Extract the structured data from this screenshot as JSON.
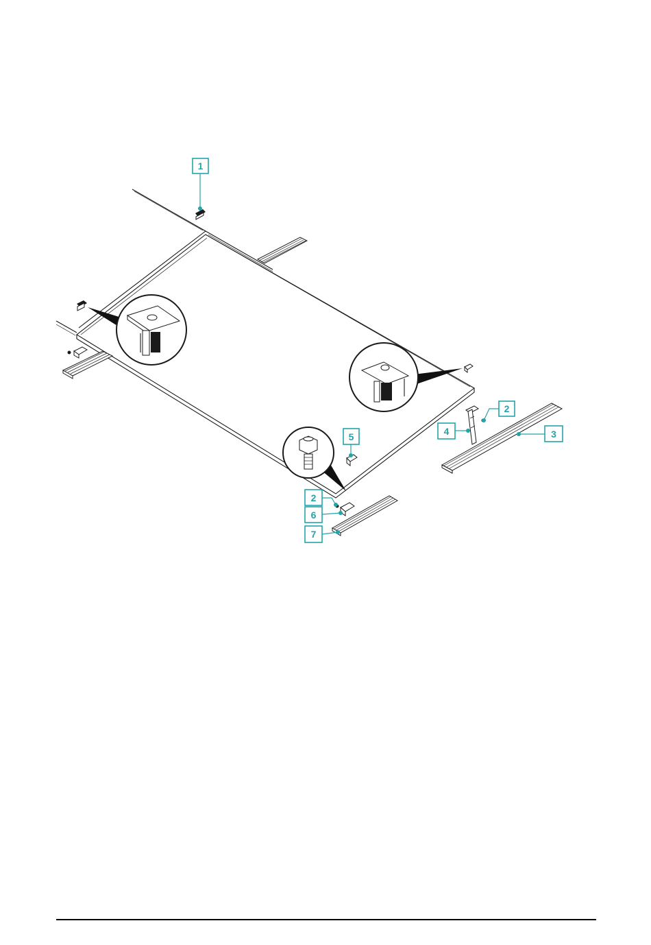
{
  "callouts": [
    {
      "id": "c1",
      "label": "1"
    },
    {
      "id": "c2a",
      "label": "2"
    },
    {
      "id": "c3",
      "label": "3"
    },
    {
      "id": "c4",
      "label": "4"
    },
    {
      "id": "c5",
      "label": "5"
    },
    {
      "id": "c2b",
      "label": "2"
    },
    {
      "id": "c6",
      "label": "6"
    },
    {
      "id": "c7",
      "label": "7"
    }
  ],
  "colors": {
    "accent": "#23a3aa",
    "line": "#1a1a1a",
    "background": "#ffffff"
  }
}
